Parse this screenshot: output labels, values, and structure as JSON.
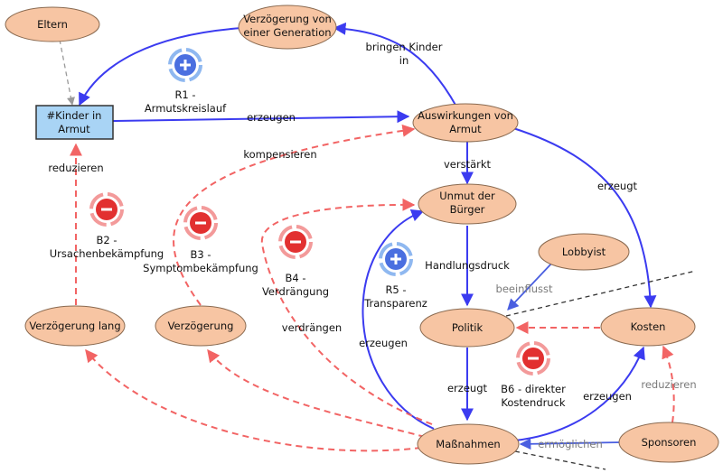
{
  "nodes": {
    "eltern": "Eltern",
    "verzoegerung_gen_l1": "Verzögerung von",
    "verzoegerung_gen_l2": "einer Generation",
    "kinder_l1": "#Kinder in",
    "kinder_l2": "Armut",
    "auswirkungen_l1": "Auswirkungen von",
    "auswirkungen_l2": "Armut",
    "unmut_l1": "Unmut der",
    "unmut_l2": "Bürger",
    "lobbyist": "Lobbyist",
    "politik": "Politik",
    "kosten": "Kosten",
    "verzoegerung_lang": "Verzögerung lang",
    "verzoegerung": "Verzögerung",
    "massnahmen": "Maßnahmen",
    "sponsoren": "Sponsoren"
  },
  "edges": {
    "bringen_l1": "bringen Kinder",
    "bringen_l2": "in",
    "erzeugen_top": "erzeugen",
    "kompensieren": "kompensieren",
    "verstaerkt": "verstärkt",
    "erzeugt_right": "erzeugt",
    "reduzieren_left": "reduzieren",
    "handlungsdruck": "Handlungsdruck",
    "beeinflusst": "beeinflusst",
    "verdraengen": "verdrängen",
    "erzeugen_mid": "erzeugen",
    "erzeugt_bottom": "erzeugt",
    "erzeugen_right": "erzeugen",
    "reduzieren_right": "reduzieren",
    "ermoeglichen": "ermöglichen"
  },
  "loops": {
    "r1_l1": "R1 -",
    "r1_l2": "Armutskreislauf",
    "b2_l1": "B2 -",
    "b2_l2": "Ursachenbekämpfung",
    "b3_l1": "B3 -",
    "b3_l2": "Symptombekämpfung",
    "b4_l1": "B4 -",
    "b4_l2": "Verdrängung",
    "r5_l1": "R5 -",
    "r5_l2": "Transparenz",
    "b6_l1": "B6 - direkter",
    "b6_l2": "Kostendruck"
  },
  "colors": {
    "node_fill": "#f7c5a3",
    "stock_fill": "#a9d4f5",
    "causal_blue": "#3b3bf0",
    "balancing_red": "#f26464",
    "reinforcing_loop_icon": "#4a7fe0",
    "balancing_loop_icon": "#e23030"
  },
  "icons": {
    "reinforcing": "plus-loop-icon",
    "balancing": "minus-loop-icon"
  }
}
